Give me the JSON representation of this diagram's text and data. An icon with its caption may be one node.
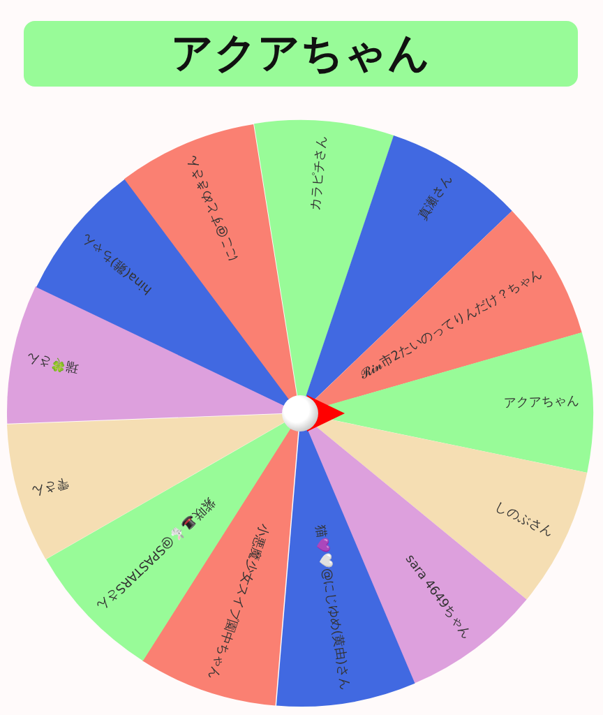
{
  "diagram": {
    "title": "アクアちゃん",
    "nodes": [
      {
        "text": [
          "カラピチさん"
        ]
      },
      {
        "text": [
          "真瀬さん"
        ]
      },
      {
        "text": [
          "𝓡𝓲𝓷市2たいのってりんだけ？ちゃん"
        ]
      },
      {
        "text": [
          "アクアちゃん"
        ]
      },
      {
        "text": [
          "しのぶさん"
        ]
      },
      {
        "text": [
          "sara 4649ちゃん"
        ]
      },
      {
        "text": [
          "猫💜🤍@にじゆめ(黄由)さん"
        ]
      },
      {
        "text": [
          "小悪魔少女スイブ園中ちゃん"
        ]
      },
      {
        "text": [
          "紫咲🎩🐇@SPASTARSさん"
        ]
      },
      {
        "text": [
          "雫さん"
        ]
      },
      {
        "text": [
          "瑞🍀さん"
        ]
      },
      {
        "text": [
          "hina(雛)ちゃん"
        ]
      },
      {
        "text": [
          "にこ@すとめきさん"
        ]
      }
    ]
  }
}
